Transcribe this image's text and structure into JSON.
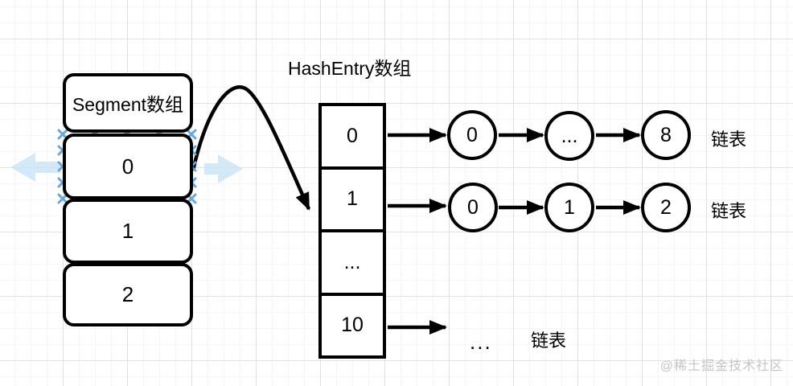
{
  "diagram": {
    "segment_array": {
      "header": "Segment数组",
      "cells": [
        "0",
        "1",
        "2"
      ],
      "selected_cell": "0"
    },
    "hash_entry_array": {
      "title": "HashEntry数组",
      "cells": [
        "0",
        "1",
        "...",
        "10"
      ]
    },
    "linked_lists": {
      "row1": {
        "nodes": [
          "0",
          "...",
          "8"
        ],
        "label": "链表"
      },
      "row2": {
        "nodes": [
          "0",
          "1",
          "2"
        ],
        "label": "链表"
      },
      "row3": {
        "ellipsis": "...",
        "label": "链表"
      }
    },
    "watermark": "@稀土掘金技术社区",
    "colors": {
      "stroke": "#000000",
      "selection_handles": "#64a9d9",
      "hint_arrow": "#c9e4f6",
      "watermark": "#c5c5c5"
    }
  }
}
